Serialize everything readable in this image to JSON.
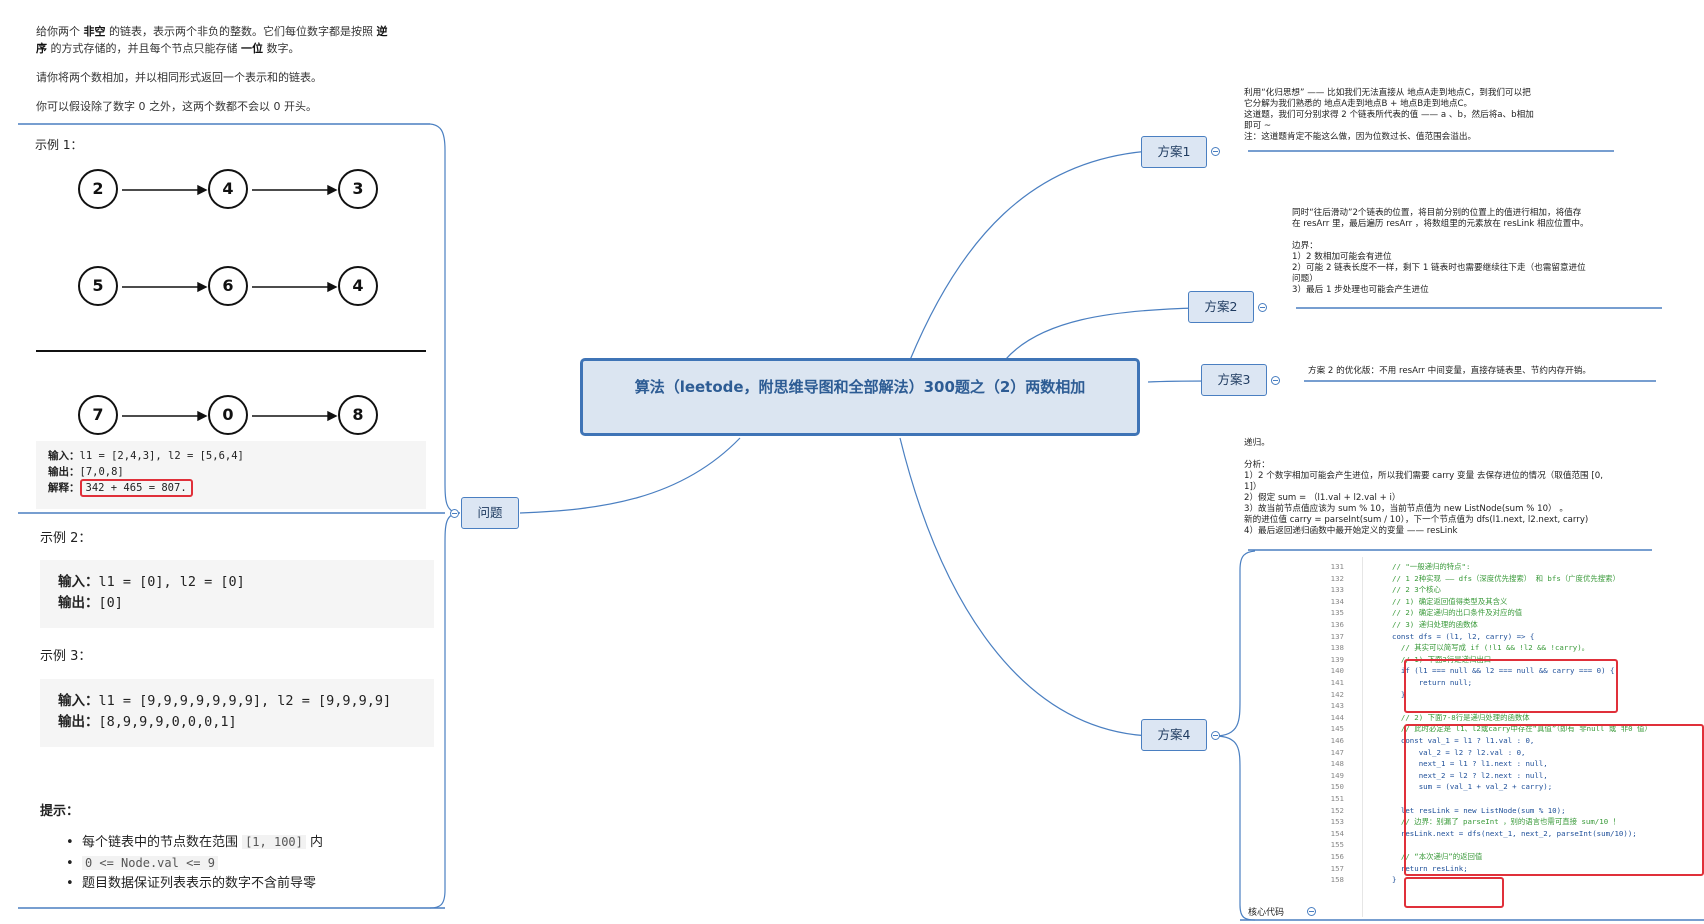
{
  "central_title": "算法（leetode，附思维导图和全部解法）300题之（2）两数相加",
  "problem": {
    "para1_a": "给你两个 ",
    "para1_b1": "非空",
    "para1_c": " 的链表，表示两个非负的整数。它们每位数字都是按照 ",
    "para1_b2": "逆",
    "para1_line2_b": "序",
    "para1_line2_c": " 的方式存储的，并且每个节点只能存储 ",
    "para1_line2_b2": "一位",
    "para1_line2_d": " 数字。",
    "para2": "请你将两个数相加，并以相同形式返回一个表示和的链表。",
    "para3": "你可以假设除了数字 0 之外，这两个数都不会以 0 开头。",
    "example1_title": "示例 1：",
    "list1": [
      "2",
      "4",
      "3"
    ],
    "list2": [
      "5",
      "6",
      "4"
    ],
    "list3": [
      "7",
      "0",
      "8"
    ],
    "ex1_input_label": "输入：",
    "ex1_input": "l1 = [2,4,3], l2 = [5,6,4]",
    "ex1_output_label": "输出：",
    "ex1_output": "[7,0,8]",
    "ex1_explain_label": "解释：",
    "ex1_explain": "342 + 465 = 807.",
    "example2_title": "示例 2：",
    "ex2_input_label": "输入：",
    "ex2_input": "l1 = [0], l2 = [0]",
    "ex2_output_label": "输出：",
    "ex2_output": "[0]",
    "example3_title": "示例 3：",
    "ex3_input_label": "输入：",
    "ex3_input": "l1 = [9,9,9,9,9,9,9], l2 = [9,9,9,9]",
    "ex3_output_label": "输出：",
    "ex3_output": "[8,9,9,9,0,0,0,1]",
    "hint_title": "提示：",
    "hint1_a": "每个链表中的节点数在范围 ",
    "hint1_code": "[1, 100]",
    "hint1_b": " 内",
    "hint2_code": "0 <= Node.val <= 9",
    "hint3": "题目数据保证列表表示的数字不含前导零"
  },
  "topics": {
    "problem": "问题",
    "plan1": "方案1",
    "plan2": "方案2",
    "plan3": "方案3",
    "plan4": "方案4",
    "core_code": "核心代码"
  },
  "plan1_note": [
    "利用“化归思想” —— 比如我们无法直接从 地点A走到地点C，到我们可以把",
    "它分解为我们熟悉的 地点A走到地点B + 地点B走到地点C。",
    "这道题，我们可分别求得 2 个链表所代表的值 —— a 、b，然后将a、b相加",
    "即可 ~",
    "注：这道题肯定不能这么做，因为位数过长、值范围会溢出。"
  ],
  "plan2_note": [
    "同时“往后滑动”2个链表的位置，将目前分别的位置上的值进行相加，将值存",
    "在 resArr 里，最后遍历 resArr ，将数组里的元素放在 resLink 相应位置中。",
    "",
    "边界：",
    "1）2 数相加可能会有进位",
    "2）可能 2 链表长度不一样，剩下 1 链表时也需要继续往下走（也需留意进位",
    "问题）",
    "3）最后 1 步处理也可能会产生进位"
  ],
  "plan3_note": "方案 2 的优化版：不用 resArr 中间变量，直接存链表里、节约内存开销。",
  "plan4_note": [
    "递归。",
    "",
    "分析：",
    "1）2 个数字相加可能会产生进位，所以我们需要 carry 变量 去保存进位的情况（取值范围 [0,",
    "1]）",
    "2）假定 sum = （l1.val + l2.val + i）",
    "3）故当前节点值应该为 sum % 10，当前节点值为 new ListNode(sum % 10） 。",
    "新的进位值 carry = parseInt(sum / 10），下一个节点值为 dfs(l1.next, l2.next, carry)",
    "4）最后返回递归函数中最开始定义的变量 —— resLink"
  ],
  "code_lines": [
    {
      "n": "131",
      "t": "// \"一般递归的特点\":"
    },
    {
      "n": "132",
      "t": "// 1 2种实现 —— dfs（深度优先搜索） 和 bfs（广度优先搜索）"
    },
    {
      "n": "133",
      "t": "// 2 3个核心"
    },
    {
      "n": "134",
      "t": "// 1) 确定返回值得类型及其含义"
    },
    {
      "n": "135",
      "t": "// 2) 确定递归的出口条件及对应的值"
    },
    {
      "n": "136",
      "t": "// 3) 递归处理的函数体"
    },
    {
      "n": "137",
      "t": "const dfs = (l1, l2, carry) => {"
    },
    {
      "n": "138",
      "t": "  // 其实可以简写成 if (!l1 && !l2 && !carry)。"
    },
    {
      "n": "139",
      "t": "  // 1) 下面3行是递归出口"
    },
    {
      "n": "140",
      "t": "  if (l1 === null && l2 === null && carry === 0) {"
    },
    {
      "n": "141",
      "t": "      return null;"
    },
    {
      "n": "142",
      "t": "  }"
    },
    {
      "n": "143",
      "t": ""
    },
    {
      "n": "144",
      "t": "  // 2) 下面7-8行是递归处理的函数体"
    },
    {
      "n": "145",
      "t": "  // 此时必定是 l1、l2或carry中存在“真值”（即有 非null 或 非0 值）"
    },
    {
      "n": "146",
      "t": "  const val_1 = l1 ? l1.val : 0,"
    },
    {
      "n": "147",
      "t": "      val_2 = l2 ? l2.val : 0,"
    },
    {
      "n": "148",
      "t": "      next_1 = l1 ? l1.next : null,"
    },
    {
      "n": "149",
      "t": "      next_2 = l2 ? l2.next : null,"
    },
    {
      "n": "150",
      "t": "      sum = (val_1 + val_2 + carry);"
    },
    {
      "n": "151",
      "t": ""
    },
    {
      "n": "152",
      "t": "  let resLink = new ListNode(sum % 10);"
    },
    {
      "n": "153",
      "t": "  // 边界：别漏了 parseInt ，别的语言也需可直接 sum/10 ！"
    },
    {
      "n": "154",
      "t": "  resLink.next = dfs(next_1, next_2, parseInt(sum/10));"
    },
    {
      "n": "155",
      "t": ""
    },
    {
      "n": "156",
      "t": "  // “本次递归”的返回值"
    },
    {
      "n": "157",
      "t": "  return resLink;"
    },
    {
      "n": "158",
      "t": "}"
    }
  ],
  "colors": {
    "branch_line": "#4a7fc1",
    "topic_fill": "#dce6f3",
    "highlight_box": "#e0303a",
    "code_comment": "#3a9a3a",
    "code_keyword": "#2b6fc4"
  }
}
